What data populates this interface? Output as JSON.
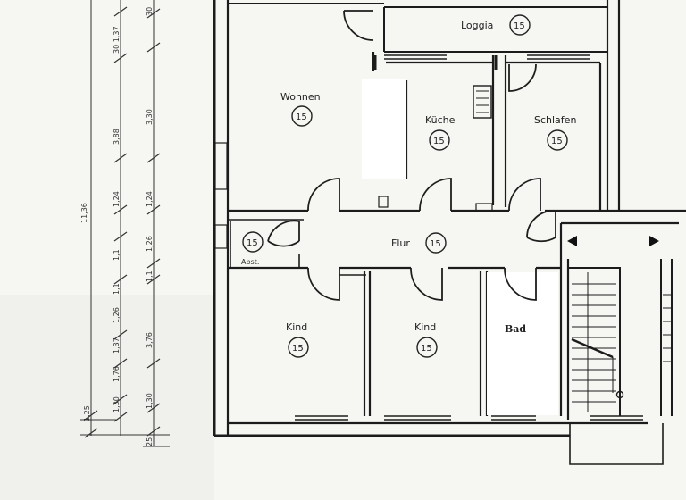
{
  "rooms": {
    "loggia": {
      "name": "Loggia",
      "num": "15"
    },
    "wohnen": {
      "name": "Wohnen",
      "num": "15"
    },
    "kueche": {
      "name": "Küche",
      "num": "15"
    },
    "schlafen": {
      "name": "Schlafen",
      "num": "15"
    },
    "abst": {
      "name": "Abst.",
      "num": "15"
    },
    "flur": {
      "name": "Flur",
      "num": "15"
    },
    "kind1": {
      "name": "Kind",
      "num": "15"
    },
    "kind2": {
      "name": "Kind",
      "num": "15"
    },
    "bad": {
      "name": "Bad"
    }
  },
  "dimensions": {
    "total": "11,36",
    "left_column": [
      "1,25",
      "1,30",
      "1,76",
      "1,37",
      "1,26",
      "1,1",
      "1,1",
      "1,24",
      "3,88"
    ],
    "right_column": [
      "30",
      "30 1,37",
      "3,30",
      "1,24",
      "1,26",
      "1,1",
      "3,76",
      "1,30",
      "25"
    ]
  }
}
